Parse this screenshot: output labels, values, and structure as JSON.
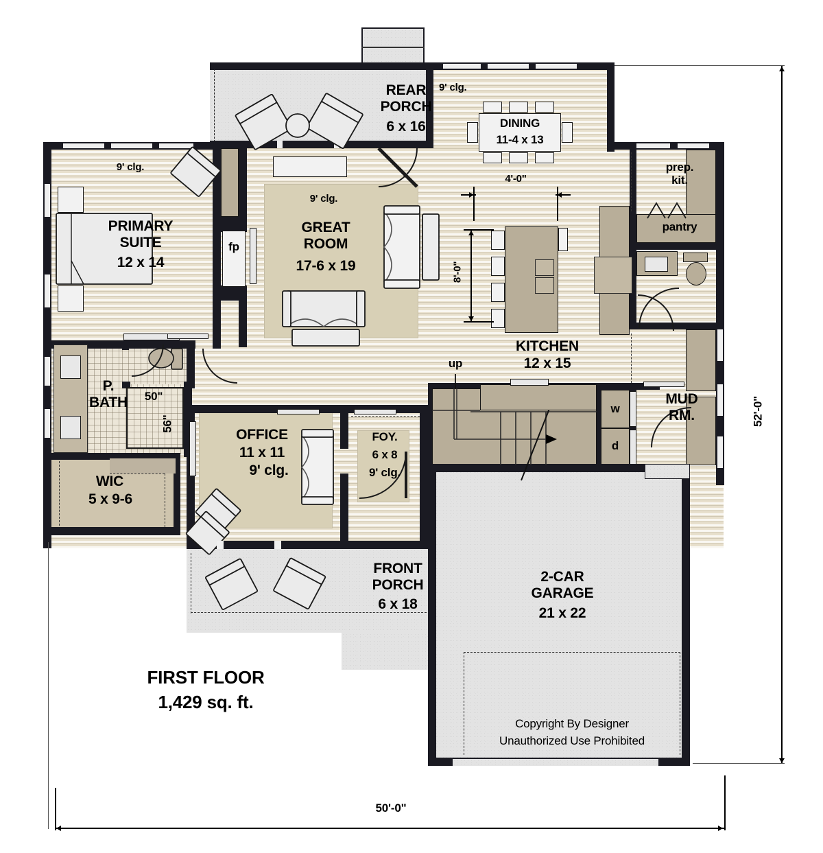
{
  "plan": {
    "title": "FIRST FLOOR",
    "area": "1,429 sq. ft.",
    "copyright_line1": "Copyright By Designer",
    "copyright_line2": "Unauthorized Use Prohibited"
  },
  "overall_dimensions": {
    "width": "50'-0\"",
    "height": "52'-0\""
  },
  "interior_dimensions": {
    "aisle_vertical": "8'-0\"",
    "aisle_horizontal": "4'-0\"",
    "shower_width": "50\"",
    "shower_depth": "56\""
  },
  "rooms": [
    {
      "id": "rear-porch",
      "name": "REAR\nPORCH",
      "size": "6 x 16",
      "ceiling": ""
    },
    {
      "id": "dining",
      "name": "DINING",
      "size": "11-4 x 13",
      "ceiling": "9' clg."
    },
    {
      "id": "primary-suite",
      "name": "PRIMARY\nSUITE",
      "size": "12 x 14",
      "ceiling": "9' clg."
    },
    {
      "id": "great-room",
      "name": "GREAT\nROOM",
      "size": "17-6 x 19",
      "ceiling": "9' clg."
    },
    {
      "id": "kitchen",
      "name": "KITCHEN",
      "size": "12 x 15",
      "ceiling": ""
    },
    {
      "id": "office",
      "name": "OFFICE",
      "size": "11 x 11",
      "ceiling": "9' clg."
    },
    {
      "id": "foyer",
      "name": "FOY.",
      "size": "6 x 8",
      "ceiling": "9' clg."
    },
    {
      "id": "front-porch",
      "name": "FRONT\nPORCH",
      "size": "6 x 18",
      "ceiling": ""
    },
    {
      "id": "garage",
      "name": "2-CAR\nGARAGE",
      "size": "21 x 22",
      "ceiling": ""
    },
    {
      "id": "wic",
      "name": "WIC",
      "size": "5 x 9-6",
      "ceiling": ""
    },
    {
      "id": "primary-bath",
      "name": "P.\nBATH",
      "size": "",
      "ceiling": ""
    },
    {
      "id": "mud-room",
      "name": "MUD\nRM.",
      "size": "",
      "ceiling": ""
    },
    {
      "id": "prep-kitchen",
      "name": "prep.\nkit.",
      "size": "",
      "ceiling": ""
    },
    {
      "id": "pantry",
      "name": "pantry",
      "size": "",
      "ceiling": ""
    }
  ],
  "labels": {
    "fireplace": "fp",
    "stairs_up": "up",
    "washer": "w",
    "dryer": "d",
    "ceiling_9": "9' clg."
  },
  "colors": {
    "floor": "#e8e0cd",
    "porch": "#e3e3e3",
    "rug": "#d8d0b6",
    "cabinet": "#b8ae99",
    "wall": "#1a1a22",
    "furniture": "#e8e8e8"
  }
}
